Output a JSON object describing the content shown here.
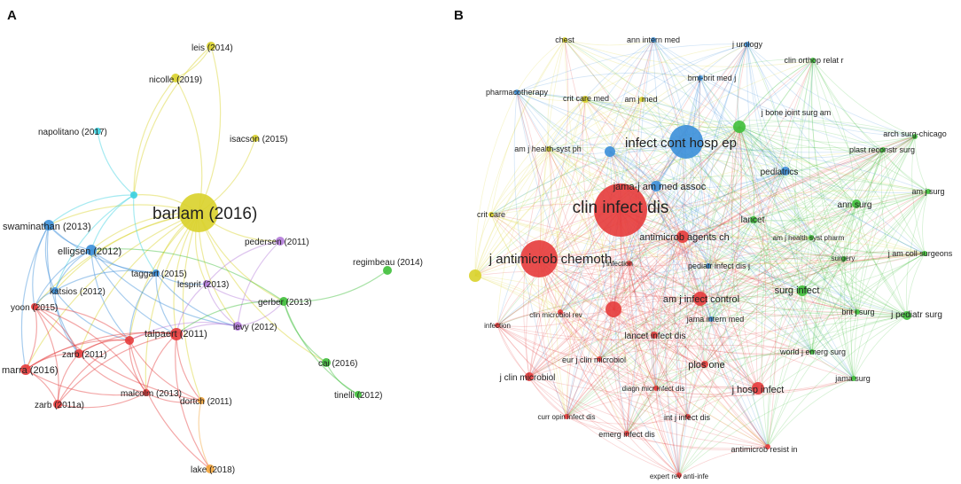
{
  "panels": [
    {
      "letter": "A",
      "nodes": [
        {
          "id": "barlam",
          "label": "barlam (2016)",
          "color": "yellow",
          "weight": 10
        },
        {
          "id": "leis",
          "label": "leis (2014)",
          "color": "yellow",
          "weight": 2
        },
        {
          "id": "nicolle",
          "label": "nicolle (2019)",
          "color": "yellow",
          "weight": 2
        },
        {
          "id": "isacson",
          "label": "isacson (2015)",
          "color": "yellow",
          "weight": 1
        },
        {
          "id": "napolitano",
          "label": "napolitano (2017)",
          "color": "cyan",
          "weight": 1
        },
        {
          "id": "cyanhub",
          "label": "",
          "color": "cyan",
          "weight": 1
        },
        {
          "id": "swaminathan",
          "label": "swaminathan (2013)",
          "color": "blue",
          "weight": 3
        },
        {
          "id": "elligsen",
          "label": "elligsen (2012)",
          "color": "blue",
          "weight": 3
        },
        {
          "id": "taggart",
          "label": "taggart (2015)",
          "color": "blue",
          "weight": 1
        },
        {
          "id": "katsios",
          "label": "katsios (2012)",
          "color": "blue",
          "weight": 1
        },
        {
          "id": "pedersen",
          "label": "pedersen (2011)",
          "color": "purple",
          "weight": 2
        },
        {
          "id": "lesprit",
          "label": "lesprit (2013)",
          "color": "purple",
          "weight": 1
        },
        {
          "id": "levy",
          "label": "levy (2012)",
          "color": "purple",
          "weight": 2
        },
        {
          "id": "gerber",
          "label": "gerber (2013)",
          "color": "green",
          "weight": 2
        },
        {
          "id": "regimbeau",
          "label": "regimbeau (2014)",
          "color": "green",
          "weight": 2
        },
        {
          "id": "cai",
          "label": "cai (2016)",
          "color": "green",
          "weight": 2
        },
        {
          "id": "tinelli",
          "label": "tinelli (2012)",
          "color": "green",
          "weight": 1
        },
        {
          "id": "yoon",
          "label": "yoon (2015)",
          "color": "red",
          "weight": 1
        },
        {
          "id": "talpaert",
          "label": "talpaert (2011)",
          "color": "red",
          "weight": 3
        },
        {
          "id": "redhub",
          "label": "",
          "color": "red",
          "weight": 2
        },
        {
          "id": "zarb2011",
          "label": "zarb (2011)",
          "color": "red",
          "weight": 2
        },
        {
          "id": "marra",
          "label": "marra (2016)",
          "color": "red",
          "weight": 2
        },
        {
          "id": "malcolm",
          "label": "malcolm (2013)",
          "color": "red",
          "weight": 1
        },
        {
          "id": "zarb2011a",
          "label": "zarb (2011a)",
          "color": "red",
          "weight": 2
        },
        {
          "id": "dortch",
          "label": "dortch (2011)",
          "color": "orange",
          "weight": 1
        },
        {
          "id": "lake",
          "label": "lake (2018)",
          "color": "orange",
          "weight": 1
        }
      ],
      "edges": [
        [
          "barlam",
          "leis"
        ],
        [
          "barlam",
          "nicolle"
        ],
        [
          "barlam",
          "isacson"
        ],
        [
          "nicolle",
          "leis"
        ],
        [
          "leis",
          "cyanhub"
        ],
        [
          "nicolle",
          "cyanhub"
        ],
        [
          "barlam",
          "pedersen"
        ],
        [
          "barlam",
          "lesprit"
        ],
        [
          "barlam",
          "levy"
        ],
        [
          "barlam",
          "gerber"
        ],
        [
          "barlam",
          "talpaert"
        ],
        [
          "barlam",
          "elligsen"
        ],
        [
          "barlam",
          "swaminathan"
        ],
        [
          "barlam",
          "taggart"
        ],
        [
          "barlam",
          "katsios"
        ],
        [
          "barlam",
          "zarb2011"
        ],
        [
          "barlam",
          "marra"
        ],
        [
          "barlam",
          "dortch"
        ],
        [
          "barlam",
          "malcolm"
        ],
        [
          "barlam",
          "yoon"
        ],
        [
          "barlam",
          "redhub"
        ],
        [
          "barlam",
          "cyanhub"
        ],
        [
          "barlam",
          "cai"
        ],
        [
          "napolitano",
          "cyanhub"
        ],
        [
          "cyanhub",
          "swaminathan"
        ],
        [
          "cyanhub",
          "elligsen"
        ],
        [
          "cyanhub",
          "taggart"
        ],
        [
          "cyanhub",
          "katsios"
        ],
        [
          "swaminathan",
          "elligsen"
        ],
        [
          "swaminathan",
          "taggart"
        ],
        [
          "swaminathan",
          "katsios"
        ],
        [
          "swaminathan",
          "yoon"
        ],
        [
          "swaminathan",
          "marra"
        ],
        [
          "swaminathan",
          "zarb2011"
        ],
        [
          "elligsen",
          "taggart"
        ],
        [
          "elligsen",
          "katsios"
        ],
        [
          "elligsen",
          "redhub"
        ],
        [
          "elligsen",
          "talpaert"
        ],
        [
          "elligsen",
          "yoon"
        ],
        [
          "elligsen",
          "levy"
        ],
        [
          "taggart",
          "lesprit"
        ],
        [
          "taggart",
          "katsios"
        ],
        [
          "taggart",
          "talpaert"
        ],
        [
          "taggart",
          "redhub"
        ],
        [
          "taggart",
          "levy"
        ],
        [
          "katsios",
          "redhub"
        ],
        [
          "katsios",
          "zarb2011"
        ],
        [
          "katsios",
          "yoon"
        ],
        [
          "pedersen",
          "lesprit"
        ],
        [
          "pedersen",
          "levy"
        ],
        [
          "lesprit",
          "levy"
        ],
        [
          "lesprit",
          "gerber"
        ],
        [
          "lesprit",
          "talpaert"
        ],
        [
          "levy",
          "gerber"
        ],
        [
          "levy",
          "talpaert"
        ],
        [
          "levy",
          "redhub"
        ],
        [
          "gerber",
          "regimbeau"
        ],
        [
          "gerber",
          "cai"
        ],
        [
          "gerber",
          "tinelli"
        ],
        [
          "gerber",
          "talpaert"
        ],
        [
          "cai",
          "tinelli"
        ],
        [
          "gerber",
          "elligsen"
        ],
        [
          "talpaert",
          "redhub"
        ],
        [
          "talpaert",
          "zarb2011"
        ],
        [
          "talpaert",
          "zarb2011a"
        ],
        [
          "talpaert",
          "malcolm"
        ],
        [
          "talpaert",
          "marra"
        ],
        [
          "talpaert",
          "dortch"
        ],
        [
          "redhub",
          "zarb2011"
        ],
        [
          "redhub",
          "zarb2011a"
        ],
        [
          "redhub",
          "marra"
        ],
        [
          "redhub",
          "malcolm"
        ],
        [
          "redhub",
          "yoon"
        ],
        [
          "redhub",
          "dortch"
        ],
        [
          "zarb2011",
          "marra"
        ],
        [
          "zarb2011",
          "zarb2011a"
        ],
        [
          "zarb2011",
          "yoon"
        ],
        [
          "zarb2011",
          "malcolm"
        ],
        [
          "zarb2011a",
          "marra"
        ],
        [
          "zarb2011a",
          "malcolm"
        ],
        [
          "zarb2011a",
          "yoon"
        ],
        [
          "marra",
          "yoon"
        ],
        [
          "malcolm",
          "dortch"
        ],
        [
          "dortch",
          "lake"
        ],
        [
          "redhub",
          "lake"
        ],
        [
          "talpaert",
          "lake"
        ],
        [
          "yoon",
          "dortch"
        ],
        [
          "marra",
          "malcolm"
        ],
        [
          "malcolm",
          "yoon"
        ]
      ]
    },
    {
      "letter": "B",
      "nodes": [
        {
          "id": "clin_infect_dis",
          "label": "clin infect dis",
          "color": "red",
          "weight": 10
        },
        {
          "id": "j_antimicrob_chemoth",
          "label": "j antimicrob chemoth",
          "color": "red",
          "weight": 8
        },
        {
          "id": "infect_cont_hosp_ep",
          "label": "infect cont hosp ep",
          "color": "blue",
          "weight": 8
        },
        {
          "id": "jama_am_med_assoc",
          "label": "jama-j am med assoc",
          "color": "blue",
          "weight": 3
        },
        {
          "id": "antimicrob_agents_ch",
          "label": "antimicrob agents ch",
          "color": "red",
          "weight": 4
        },
        {
          "id": "am_j_infect_control",
          "label": "am j infect control",
          "color": "red",
          "weight": 4
        },
        {
          "id": "lancet",
          "label": "lancet",
          "color": "green",
          "weight": 2
        },
        {
          "id": "surg_infect",
          "label": "surg infect",
          "color": "green",
          "weight": 3
        },
        {
          "id": "pediatrics",
          "label": "pediatrics",
          "color": "blue",
          "weight": 2
        },
        {
          "id": "ann_surg",
          "label": "ann surg",
          "color": "green",
          "weight": 2
        },
        {
          "id": "chest",
          "label": "chest",
          "color": "yellow",
          "weight": 1
        },
        {
          "id": "ann_intern_med",
          "label": "ann intern med",
          "color": "blue",
          "weight": 1
        },
        {
          "id": "j_urology",
          "label": "j urology",
          "color": "blue",
          "weight": 1
        },
        {
          "id": "clin_orthop_relat_r",
          "label": "clin orthop relat r",
          "color": "green",
          "weight": 1
        },
        {
          "id": "bmj",
          "label": "bmj-brit med j",
          "color": "blue",
          "weight": 1
        },
        {
          "id": "pharmacotherapy",
          "label": "pharmacotherapy",
          "color": "blue",
          "weight": 1
        },
        {
          "id": "crit_care_med",
          "label": "crit care med",
          "color": "yellow",
          "weight": 2
        },
        {
          "id": "am_j_med",
          "label": "am j med",
          "color": "yellow",
          "weight": 1
        },
        {
          "id": "j_bone_joint_surg_am",
          "label": "j bone joint surg am",
          "color": "green",
          "weight": 3
        },
        {
          "id": "arch_surg",
          "label": "arch surg-chicago",
          "color": "green",
          "weight": 1
        },
        {
          "id": "am_j_health_syst_ph",
          "label": "am j health-syst ph",
          "color": "yellow",
          "weight": 1
        },
        {
          "id": "plast_reconstr_surg",
          "label": "plast reconstr surg",
          "color": "green",
          "weight": 1
        },
        {
          "id": "am_j_surg",
          "label": "am j surg",
          "color": "green",
          "weight": 1
        },
        {
          "id": "crit_care",
          "label": "crit care",
          "color": "yellow",
          "weight": 1
        },
        {
          "id": "am_j_health_syst_pharm",
          "label": "am j health syst pharm",
          "color": "green",
          "weight": 1
        },
        {
          "id": "j_am_coll_surgeons",
          "label": "j am coll surgeons",
          "color": "green",
          "weight": 1
        },
        {
          "id": "surgery",
          "label": "surgery",
          "color": "green",
          "weight": 1
        },
        {
          "id": "j_infection",
          "label": "j infection",
          "color": "red",
          "weight": 1
        },
        {
          "id": "pediatr_infect_dis_j",
          "label": "pediatr infect dis j",
          "color": "blue",
          "weight": 1
        },
        {
          "id": "clin_microbiol_rev",
          "label": "clin microbiol rev",
          "color": "red",
          "weight": 1
        },
        {
          "id": "jama_intern_med",
          "label": "jama intern med",
          "color": "blue",
          "weight": 1
        },
        {
          "id": "infection",
          "label": "infection",
          "color": "red",
          "weight": 1
        },
        {
          "id": "brit_j_surg",
          "label": "brit j surg",
          "color": "green",
          "weight": 1
        },
        {
          "id": "j_pediatr_surg",
          "label": "j pediatr surg",
          "color": "green",
          "weight": 2
        },
        {
          "id": "lancet_infect_dis",
          "label": "lancet infect dis",
          "color": "red",
          "weight": 2
        },
        {
          "id": "world_j_emerg_surg",
          "label": "world j emerg surg",
          "color": "green",
          "weight": 1
        },
        {
          "id": "eur_j_clin_microbiol",
          "label": "eur j clin microbiol",
          "color": "red",
          "weight": 1
        },
        {
          "id": "plos_one",
          "label": "plos one",
          "color": "red",
          "weight": 2
        },
        {
          "id": "j_clin_microbiol",
          "label": "j clin microbiol",
          "color": "red",
          "weight": 2
        },
        {
          "id": "diagn_micr_infect_dis",
          "label": "diagn micr infect dis",
          "color": "red",
          "weight": 1
        },
        {
          "id": "j_hosp_infect",
          "label": "j hosp infect",
          "color": "red",
          "weight": 3
        },
        {
          "id": "jama_surg",
          "label": "jama surg",
          "color": "green",
          "weight": 1
        },
        {
          "id": "curr_opin_infect_dis",
          "label": "curr opin infect dis",
          "color": "red",
          "weight": 1
        },
        {
          "id": "int_j_infect_dis",
          "label": "int j infect dis",
          "color": "red",
          "weight": 1
        },
        {
          "id": "emerg_infect_dis",
          "label": "emerg infect dis",
          "color": "red",
          "weight": 1
        },
        {
          "id": "antimicrob_resist_in",
          "label": "antimicrob resist in",
          "color": "red",
          "weight": 1
        },
        {
          "id": "expert_rev",
          "label": "expert rev anti-infe",
          "color": "red",
          "weight": 1
        },
        {
          "id": "red_hub",
          "label": "",
          "color": "red",
          "weight": 4
        },
        {
          "id": "yellow_hub",
          "label": "",
          "color": "yellow",
          "weight": 3
        },
        {
          "id": "blue_hub",
          "label": "",
          "color": "blue",
          "weight": 2
        },
        {
          "id": "green_hub",
          "label": "",
          "color": "green",
          "weight": 3
        }
      ]
    }
  ],
  "colors": {
    "red": "#e53b3b",
    "yellow": "#d9d22a",
    "blue": "#3b8fd9",
    "green": "#3fbf3a",
    "cyan": "#3ad0e0",
    "purple": "#b37ad9",
    "orange": "#f2a43a"
  }
}
